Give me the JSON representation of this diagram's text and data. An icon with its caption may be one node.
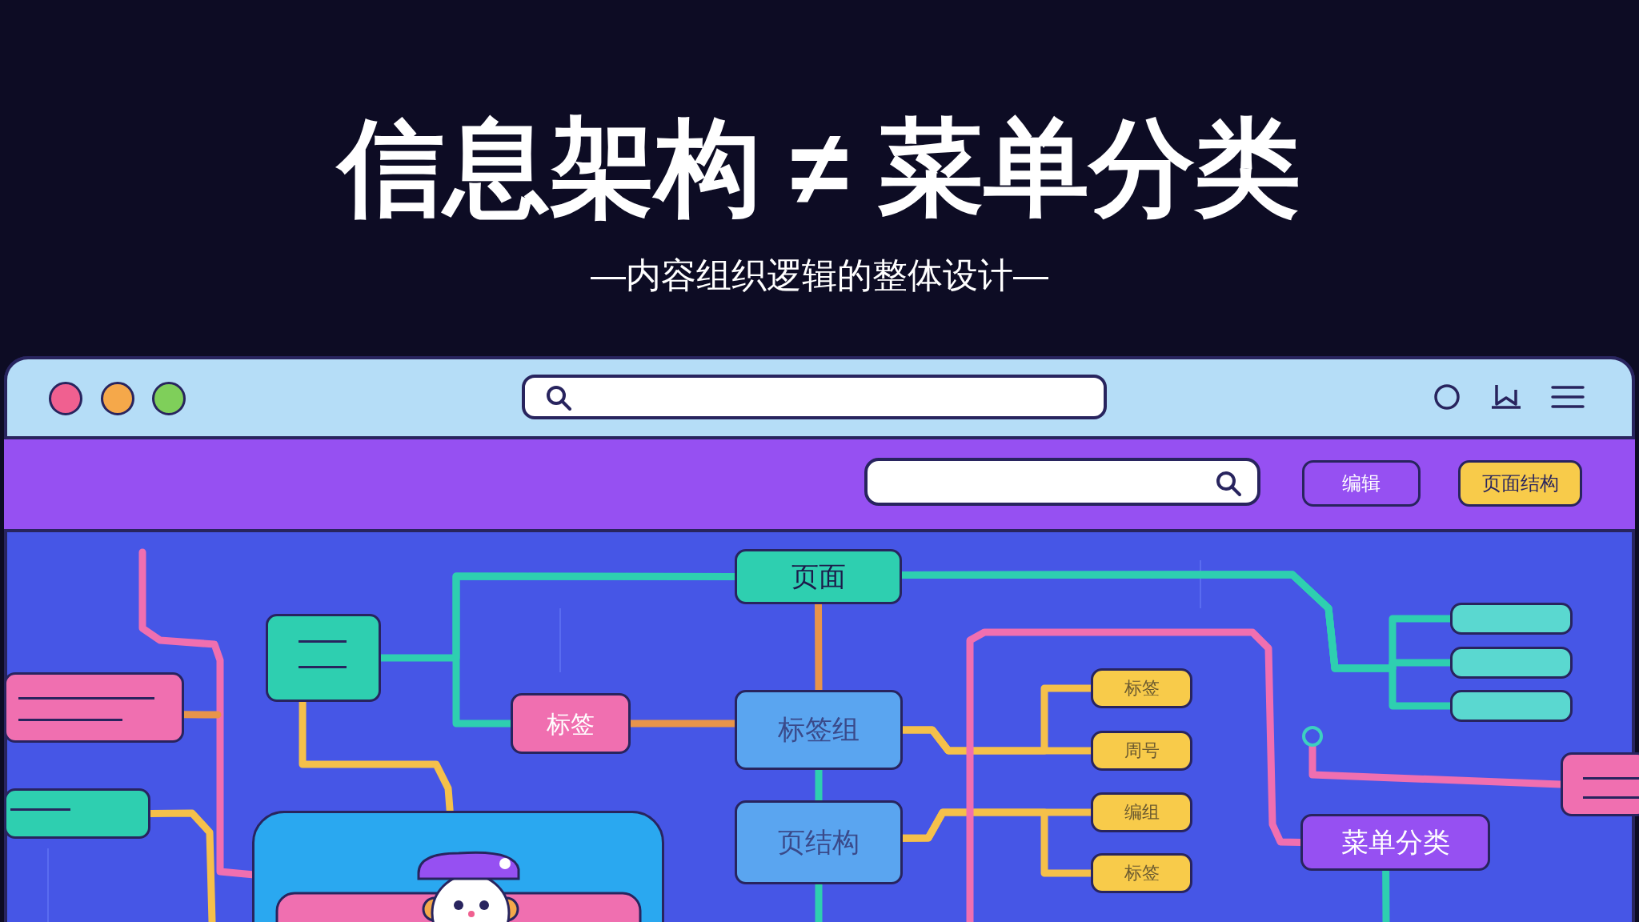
{
  "diagram": {
    "title": "信息架构 ≠ 菜单分类",
    "caption": "—内容组织逻辑的整体设计—",
    "nodes": [
      {
        "text": [
          "编辑"
        ]
      },
      {
        "text": [
          "页面结构"
        ]
      },
      {
        "text": [
          "页面"
        ]
      },
      {
        "text": [],
        "shape": "box"
      },
      {
        "text": [
          "标签"
        ]
      },
      {
        "text": [
          "标签组"
        ]
      },
      {
        "text": [
          "标签"
        ]
      },
      {
        "text": [
          "周号"
        ]
      },
      {
        "text": [
          "编组"
        ]
      },
      {
        "text": [
          "标签"
        ]
      },
      {
        "text": [],
        "shape": "box"
      },
      {
        "text": [],
        "shape": "box"
      },
      {
        "text": [],
        "shape": "box"
      },
      {
        "text": [],
        "shape": "box"
      },
      {
        "text": [],
        "shape": "box"
      },
      {
        "text": [],
        "shape": "box"
      },
      {
        "text": [
          "页结构"
        ]
      },
      {
        "text": [
          "菜单分类"
        ]
      },
      {
        "text": [],
        "shape": "box"
      },
      {
        "text": [],
        "shape": "circle"
      }
    ],
    "edges": [
      {
        "from": 2,
        "to": 5,
        "arrow": "none",
        "color": "#e8944a"
      },
      {
        "from": 5,
        "to": 16,
        "arrow": "none"
      },
      {
        "from": 4,
        "to": 5,
        "arrow": "none",
        "color": "#e8944a"
      },
      {
        "from": 2,
        "to": 3,
        "arrow": "none"
      },
      {
        "from": 2,
        "to": 4,
        "arrow": "none"
      },
      {
        "from": 3,
        "to": 15,
        "arrow": "none",
        "color": "#f5c04a"
      },
      {
        "from": 5,
        "to": 6,
        "arrow": "none",
        "color": "#f5c04a"
      },
      {
        "from": 5,
        "to": 7,
        "arrow": "none",
        "color": "#f5c04a"
      },
      {
        "from": 16,
        "to": 8,
        "arrow": "none",
        "color": "#f5c04a"
      },
      {
        "from": 16,
        "to": 9,
        "arrow": "none",
        "color": "#f5c04a"
      },
      {
        "from": null,
        "to": 17,
        "arrow": "none",
        "color": "#f06fb0"
      },
      {
        "from": 2,
        "to": 10,
        "arrow": "none"
      },
      {
        "from": 2,
        "to": 11,
        "arrow": "none"
      },
      {
        "from": 2,
        "to": 12,
        "arrow": "none"
      },
      {
        "from": 19,
        "to": 18,
        "arrow": "none",
        "color": "#f06fb0"
      },
      {
        "from": null,
        "to": 15,
        "arrow": "none",
        "color": "#f06fb0"
      },
      {
        "from": 13,
        "to": null,
        "arrow": "none",
        "color": "#e8944a"
      },
      {
        "from": 14,
        "to": null,
        "arrow": "none",
        "color": "#f5c04a"
      },
      {
        "from": 16,
        "to": null,
        "arrow": "none"
      },
      {
        "from": 17,
        "to": null,
        "arrow": "none"
      }
    ]
  }
}
